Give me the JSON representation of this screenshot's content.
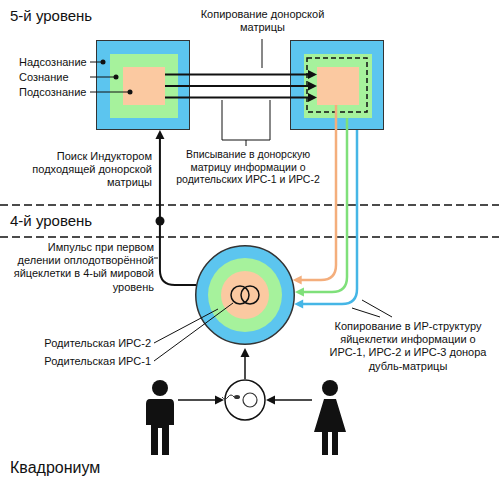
{
  "diagram": {
    "nodes": [
      {
        "text": [
          "Надсознание"
        ]
      },
      {
        "text": [
          "Сознание"
        ],
        "in": 0
      },
      {
        "text": [
          "Подсознание"
        ],
        "in": 1
      },
      {
        "text": []
      },
      {
        "text": [],
        "in": 3
      },
      {
        "text": [],
        "in": 4
      },
      {
        "text": []
      },
      {
        "text": [
          "Родительская ИРС-2"
        ],
        "in": 6
      },
      {
        "text": [
          "Родительская ИРС-1"
        ],
        "in": 7
      }
    ],
    "edges": [
      {
        "from": 2,
        "to": 5,
        "arrow": "to"
      },
      {
        "from": 2,
        "to": 5,
        "arrow": "to"
      },
      {
        "from": 2,
        "to": 5,
        "arrow": "to"
      },
      {
        "from": 6,
        "to": 0,
        "arrow": "to"
      },
      {
        "from": 5,
        "to": 6,
        "arrow": "to"
      },
      {
        "from": 4,
        "to": 6,
        "arrow": "to"
      },
      {
        "from": 3,
        "to": 6,
        "arrow": "to"
      }
    ],
    "labels": [
      "5-й уровень",
      "Копирование донорской матрицы",
      "Поиск Индуктором подходящей донорской матрицы",
      "Вписывание в донорскую матрицу информации о родительских ИРС-1 и ИРС-2",
      "4-й уровень",
      "Импульс при первом делении оплодотворённой яйцеклетки в 4-ый мировой уровень",
      "Копирование в ИР-структуру яйцеклетки информации о ИРС-1, ИРС-2 и ИРС-3 донора дубль-матрицы",
      "Квадрониум"
    ]
  }
}
